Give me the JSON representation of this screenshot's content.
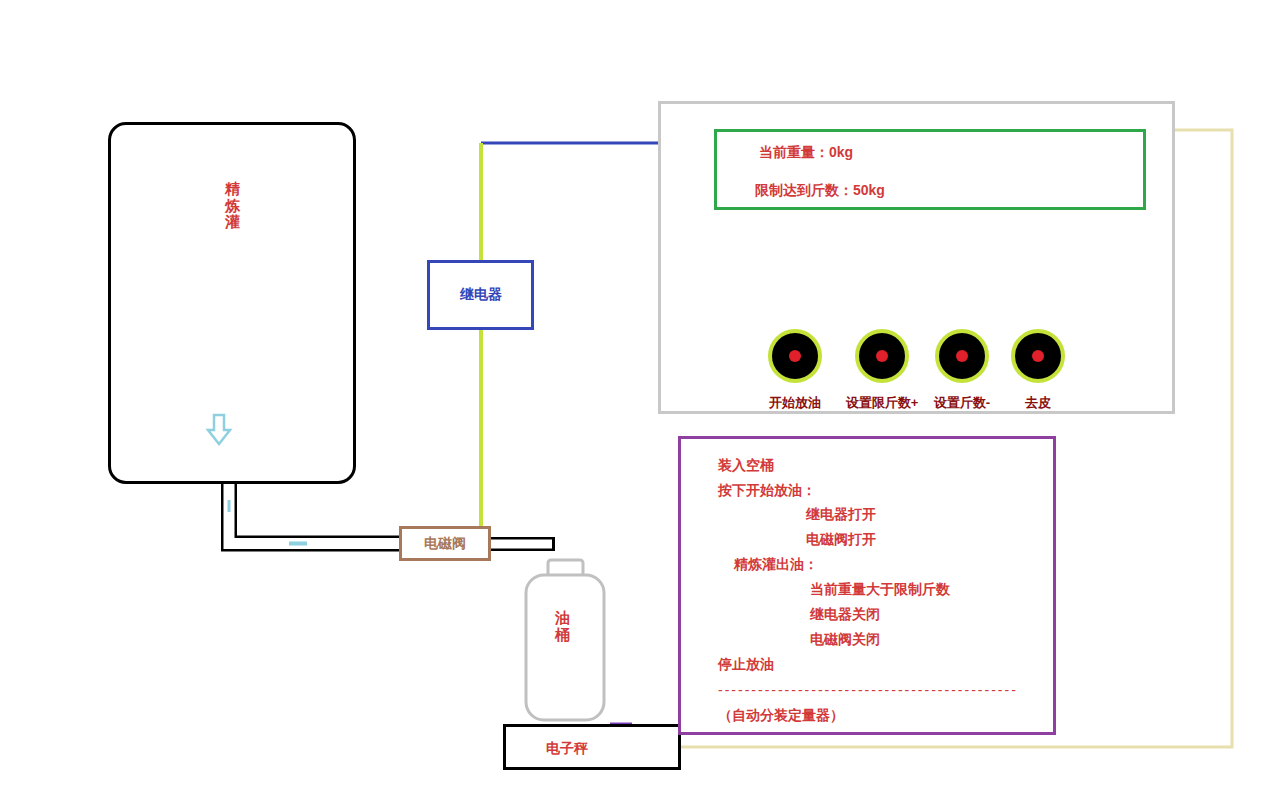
{
  "diagram": {
    "nodes": [
      {
        "text": [
          "精炼灌"
        ]
      },
      {
        "text": [
          "继电器"
        ]
      },
      {
        "text": [
          "电磁阀"
        ]
      },
      {
        "text": []
      },
      {
        "text": [
          "当前重量：0kg",
          "限制达到斤数：50kg"
        ],
        "in": 3
      },
      {
        "text": [
          "开始放油"
        ],
        "in": 3
      },
      {
        "text": [
          "设置限斤数+"
        ],
        "in": 3
      },
      {
        "text": [
          "设置斤数-"
        ],
        "in": 3
      },
      {
        "text": [
          "去皮"
        ],
        "in": 3
      },
      {
        "text": [
          "油桶"
        ]
      },
      {
        "text": [
          "电子秤"
        ]
      },
      {
        "text": [
          "装入空桶",
          "按下开始放油：",
          "继电器打开",
          "电磁阀打开",
          "精炼灌出油：",
          "当前重量大于限制斤数",
          "继电器关闭",
          "电磁阀关闭",
          "停止放油",
          "---------------------------------------------",
          "（自动分装定量器）"
        ]
      }
    ],
    "edges": [
      {
        "from": 3,
        "to": 1,
        "arrow": "none"
      },
      {
        "from": 1,
        "to": 2,
        "arrow": "none"
      },
      {
        "from": 0,
        "to": 2,
        "arrow": "none"
      },
      {
        "from": 10,
        "to": 3,
        "arrow": "none"
      }
    ]
  }
}
